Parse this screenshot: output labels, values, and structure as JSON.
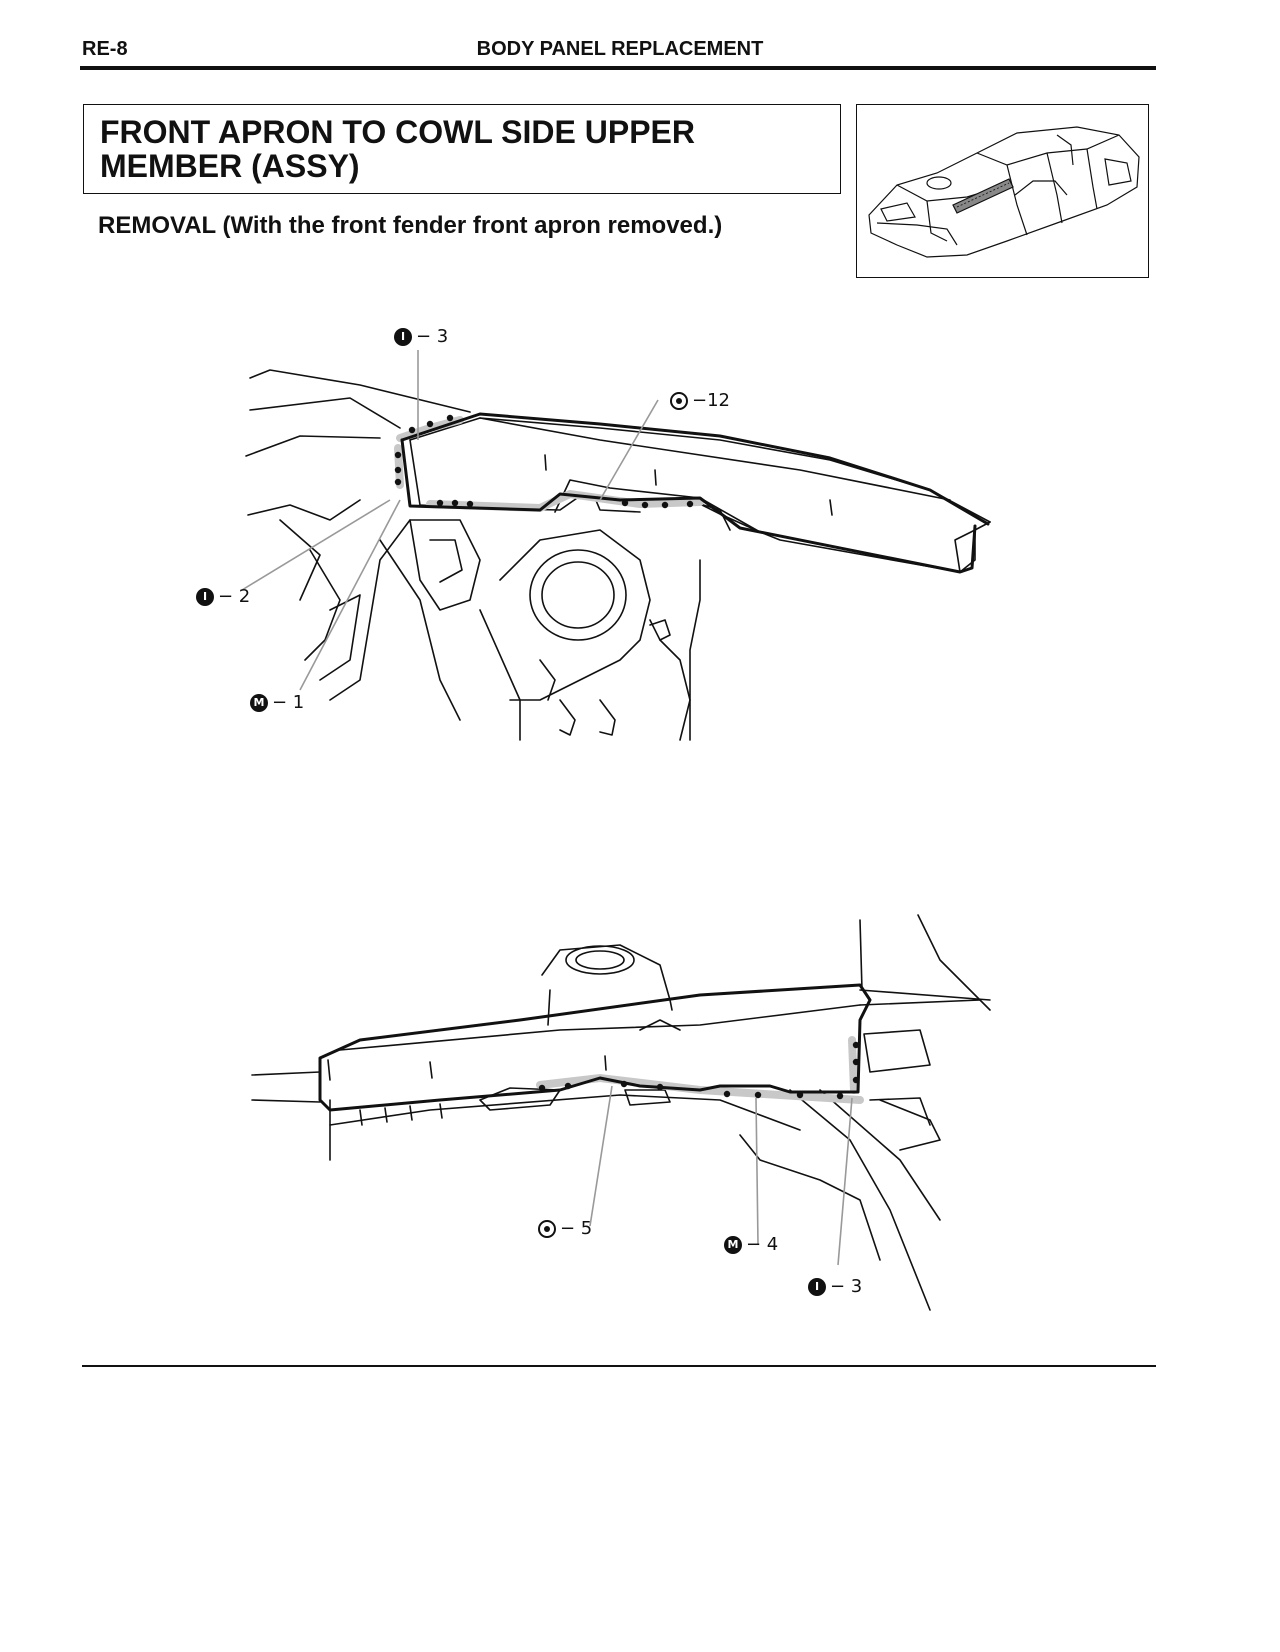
{
  "header": {
    "page_code": "RE-8",
    "section_title": "BODY PANEL REPLACEMENT"
  },
  "title": {
    "line1": "FRONT APRON TO COWL SIDE UPPER",
    "line2": "MEMBER (ASSY)"
  },
  "subtitle": "REMOVAL (With the front fender front apron removed.)",
  "figure_top": {
    "callouts": [
      {
        "symbol": "I",
        "text": "− 3"
      },
      {
        "symbol": "",
        "text": "−12"
      },
      {
        "symbol": "I",
        "text": "− 2"
      },
      {
        "symbol": "M",
        "text": "− 1"
      }
    ]
  },
  "figure_bottom": {
    "callouts": [
      {
        "symbol": "",
        "text": "− 5"
      },
      {
        "symbol": "M",
        "text": "− 4"
      },
      {
        "symbol": "I",
        "text": "− 3"
      }
    ]
  },
  "colors": {
    "ink": "#111111",
    "highlight": "#c8c8c8"
  }
}
